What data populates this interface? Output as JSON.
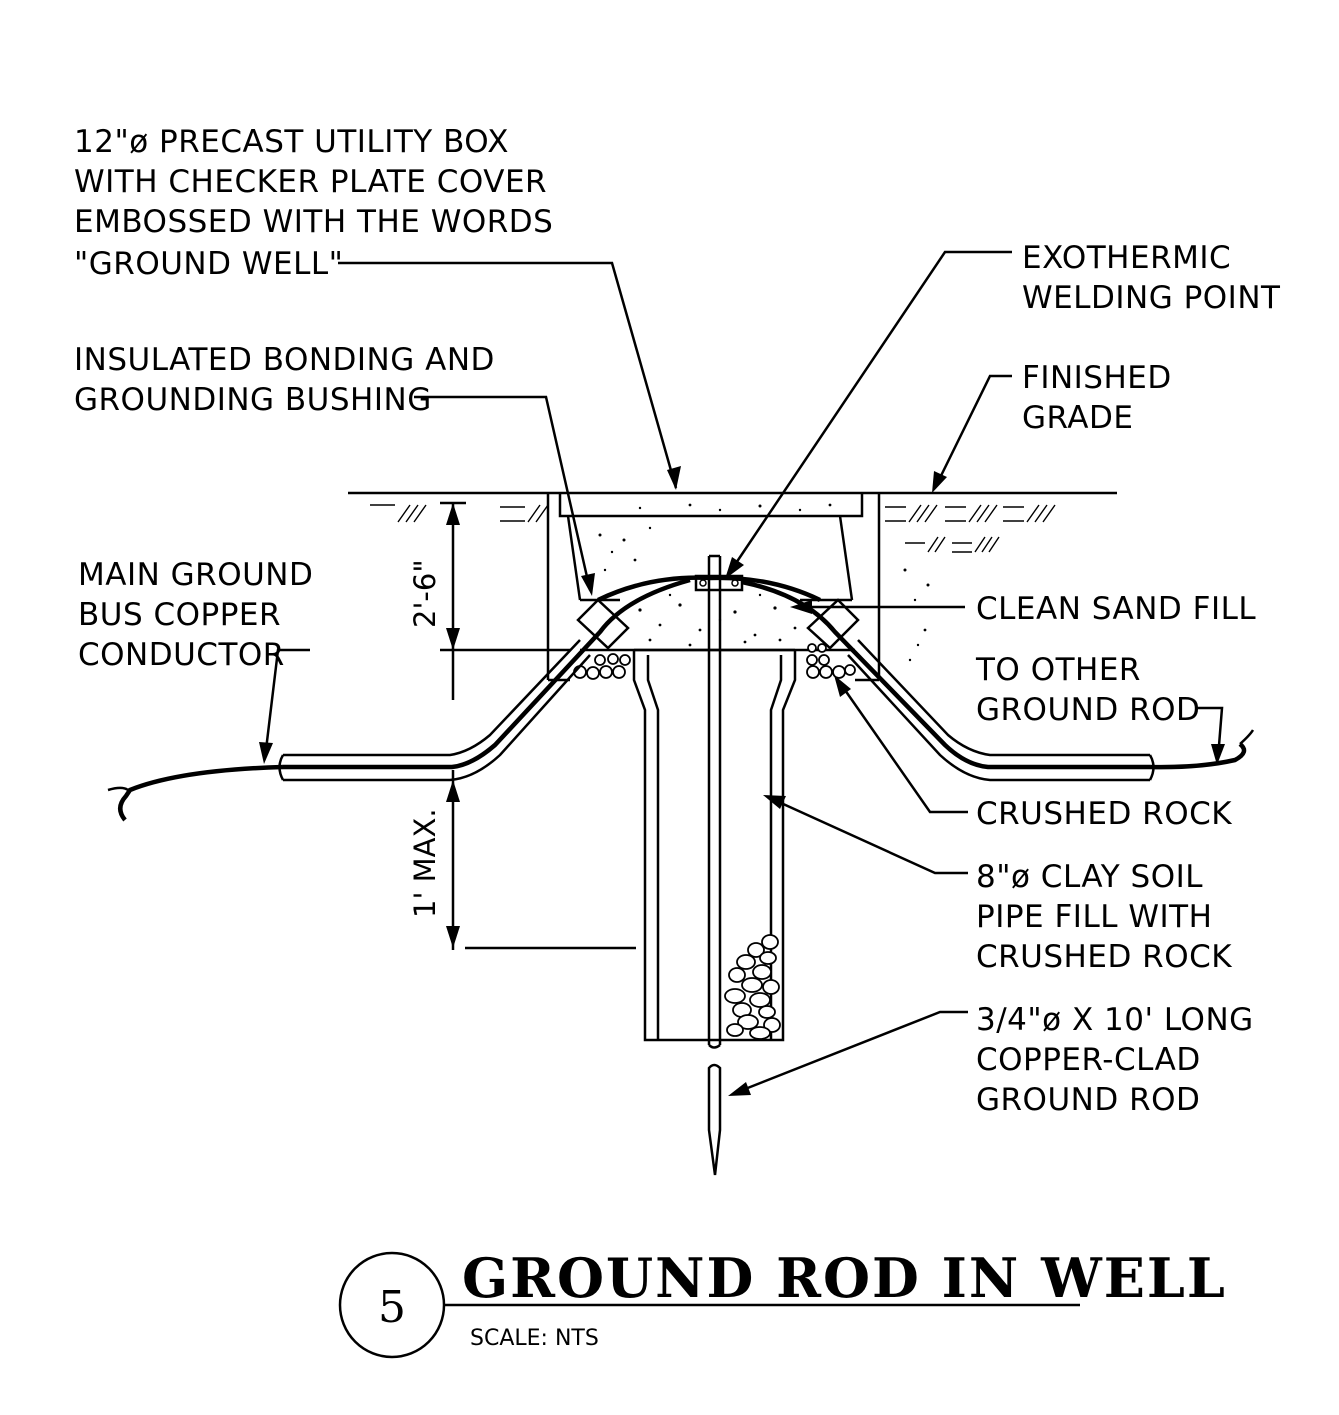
{
  "labels": {
    "utility_box": [
      "12\"ø PRECAST UTILITY BOX",
      "WITH CHECKER PLATE COVER",
      "EMBOSSED WITH THE WORDS",
      "\"GROUND WELL\""
    ],
    "exothermic": [
      "EXOTHERMIC",
      "WELDING POINT"
    ],
    "bushing": [
      "INSULATED BONDING AND",
      "GROUNDING BUSHING"
    ],
    "finished_grade": [
      "FINISHED",
      "GRADE"
    ],
    "main_ground": [
      "MAIN GROUND",
      "BUS COPPER",
      "CONDUCTOR"
    ],
    "sand_fill": [
      "CLEAN SAND FILL"
    ],
    "other_rod": [
      "TO OTHER",
      "GROUND ROD"
    ],
    "crushed_rock": [
      "CRUSHED ROCK"
    ],
    "clay_pipe": [
      "8\"ø CLAY SOIL",
      "PIPE FILL WITH",
      "CRUSHED ROCK"
    ],
    "ground_rod": [
      "3/4\"ø X 10' LONG",
      "COPPER-CLAD",
      "GROUND ROD"
    ]
  },
  "dimensions": {
    "box_depth": "2'-6\"",
    "max_depth": "1' MAX."
  },
  "title_block": {
    "detail_number": "5",
    "title": "GROUND ROD IN WELL",
    "scale": "SCALE: NTS"
  }
}
